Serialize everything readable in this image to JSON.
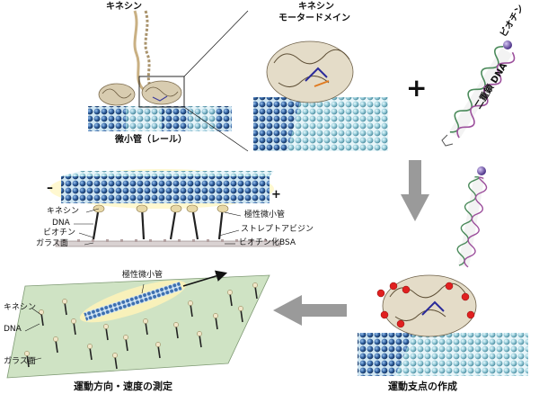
{
  "panel1": {
    "kinesin_label": "キネシン",
    "microtubule_label": "微小管（レール）"
  },
  "panel2": {
    "kinesin_label": "キネシン",
    "motor_domain_label": "モータードメイン",
    "plus_sign": "+",
    "biotin_label": "ビオチン",
    "dsdna_label": "二重鎖 DNA"
  },
  "panel3": {
    "minus_sign": "–",
    "plus_sign": "+",
    "kinesin": "キネシン",
    "dna": "DNA",
    "biotin": "ビオチン",
    "glass": "ガラス面",
    "polar_mt": "極性微小管",
    "streptavidin": "ストレプトアビジン",
    "biotin_bsa": "ビオチン化BSA"
  },
  "panel4": {
    "polar_mt": "極性微小管",
    "kinesin": "キネシン",
    "dna": "DNA",
    "glass": "ガラス面",
    "caption": "運動方向・速度の測定"
  },
  "panel5": {
    "caption": "運動支点の作成"
  },
  "colors": {
    "mt_dark": "#2f5f9e",
    "mt_light": "#8fc6d4",
    "glass": "#cfe3c4",
    "arrow": "#9a9a9a",
    "biotin_ball": "#6a4fa3",
    "mutation_red": "#e02020"
  }
}
